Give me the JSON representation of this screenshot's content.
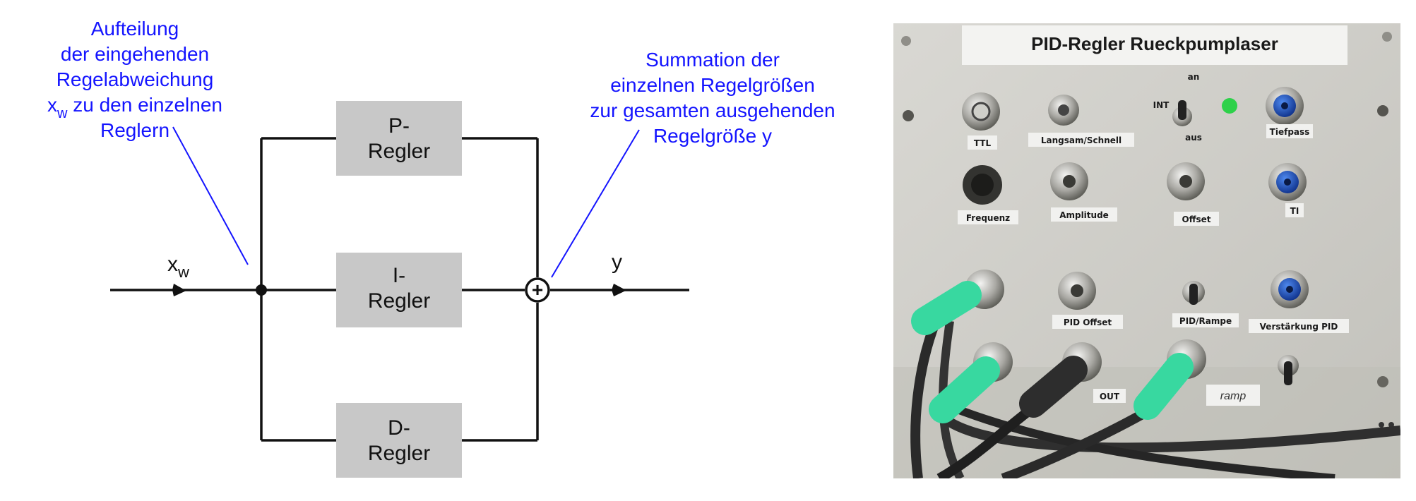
{
  "diagram": {
    "annotation_split": {
      "lines": [
        "Aufteilung",
        "der eingehenden",
        "Regelabweichung",
        "x",
        "zu den einzelnen",
        "Reglern"
      ],
      "subscript": "w"
    },
    "annotation_sum": {
      "lines": [
        "Summation der",
        "einzelnen Regelgrößen",
        "zur gesamten ausgehenden",
        "Regelgröße y"
      ]
    },
    "input_signal": {
      "label": "x",
      "subscript": "w"
    },
    "output_signal": {
      "label": "y"
    },
    "blocks": [
      {
        "line1": "P-",
        "line2": "Regler"
      },
      {
        "line1": "I-",
        "line2": "Regler"
      },
      {
        "line1": "D-",
        "line2": "Regler"
      }
    ],
    "summing_symbol": "+"
  },
  "photo": {
    "panel_title": "PID-Regler Rueckpumplaser",
    "labels": {
      "ttl": "TTL",
      "langsam": "Langsam/Schnell",
      "an": "an",
      "int": "INT",
      "aus": "aus",
      "tiefpass": "Tiefpass",
      "frequenz": "Frequenz",
      "amplitude": "Amplitude",
      "offset": "Offset",
      "ti": "TI",
      "pid_offset": "PID Offset",
      "pid_rampe": "PID/Rampe",
      "verstaerkung": "Verstärkung PID",
      "out": "OUT",
      "handwritten": "ramp"
    },
    "colors": {
      "panel": "#d4d3ce",
      "led": "#2ed14a",
      "cable_green": "#38d8a0",
      "cable_black": "#2a2a2a",
      "bnc_blue": "#1d55c8"
    }
  }
}
